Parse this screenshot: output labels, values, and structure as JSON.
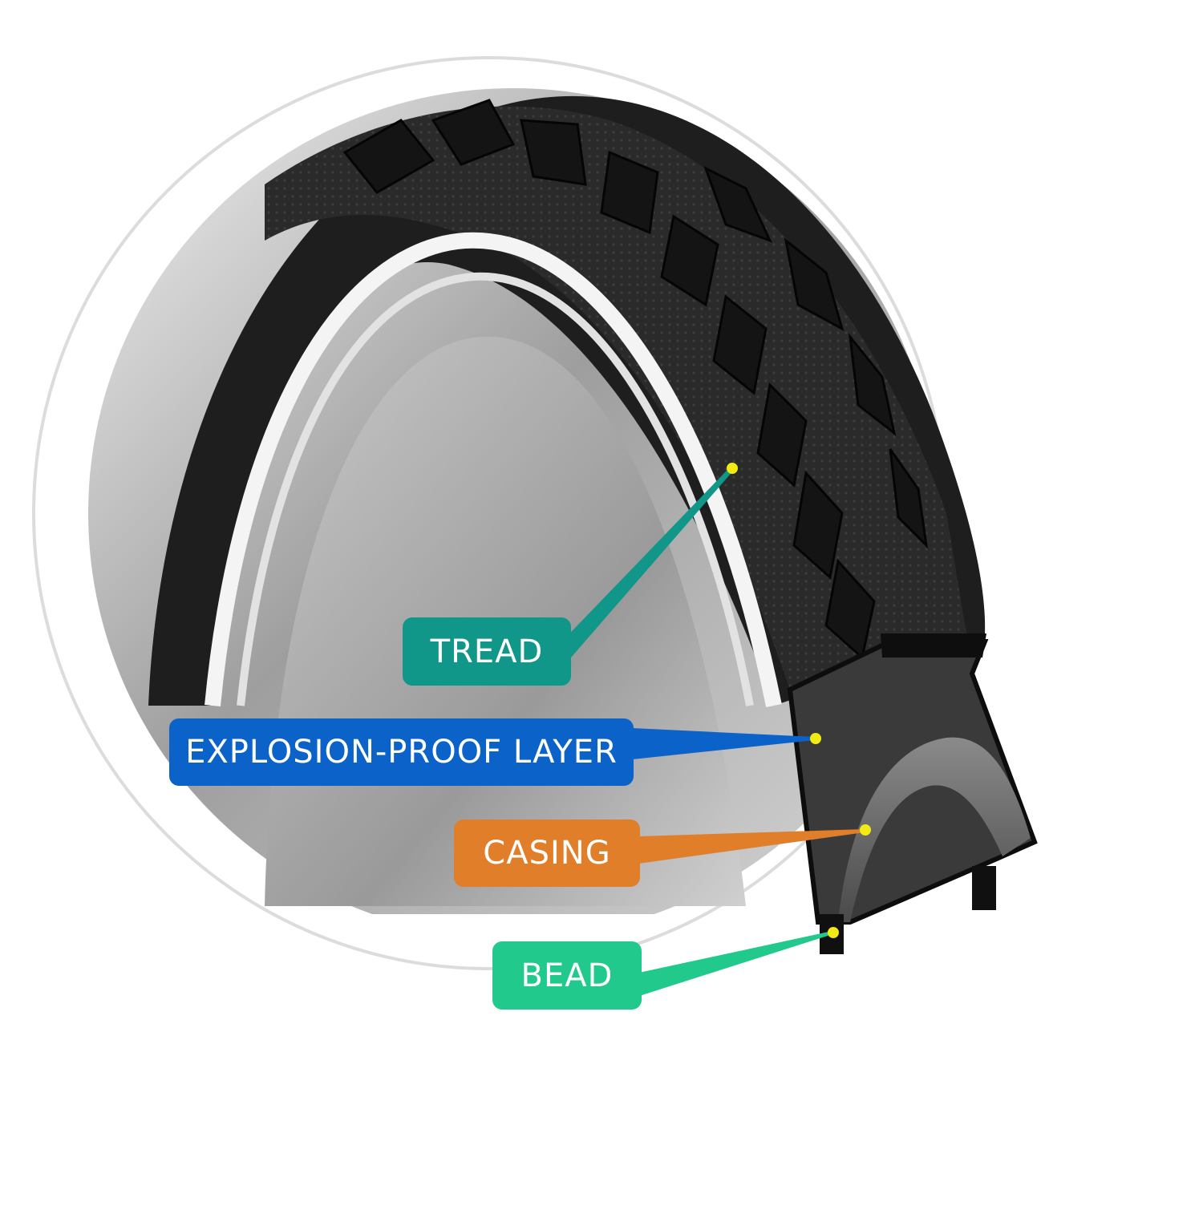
{
  "labels": {
    "tread": "TREAD",
    "explosion_proof_layer": "EXPLOSION-PROOF LAYER",
    "casing": "CASING",
    "bead": "BEAD"
  },
  "colors": {
    "tread": "#11968a",
    "explosion_proof_layer": "#0b62c9",
    "casing": "#e07e2a",
    "bead": "#22c98d",
    "marker": "#f2ea13",
    "tire": "#1f1f1f",
    "backdrop": "#bdbdbd"
  }
}
